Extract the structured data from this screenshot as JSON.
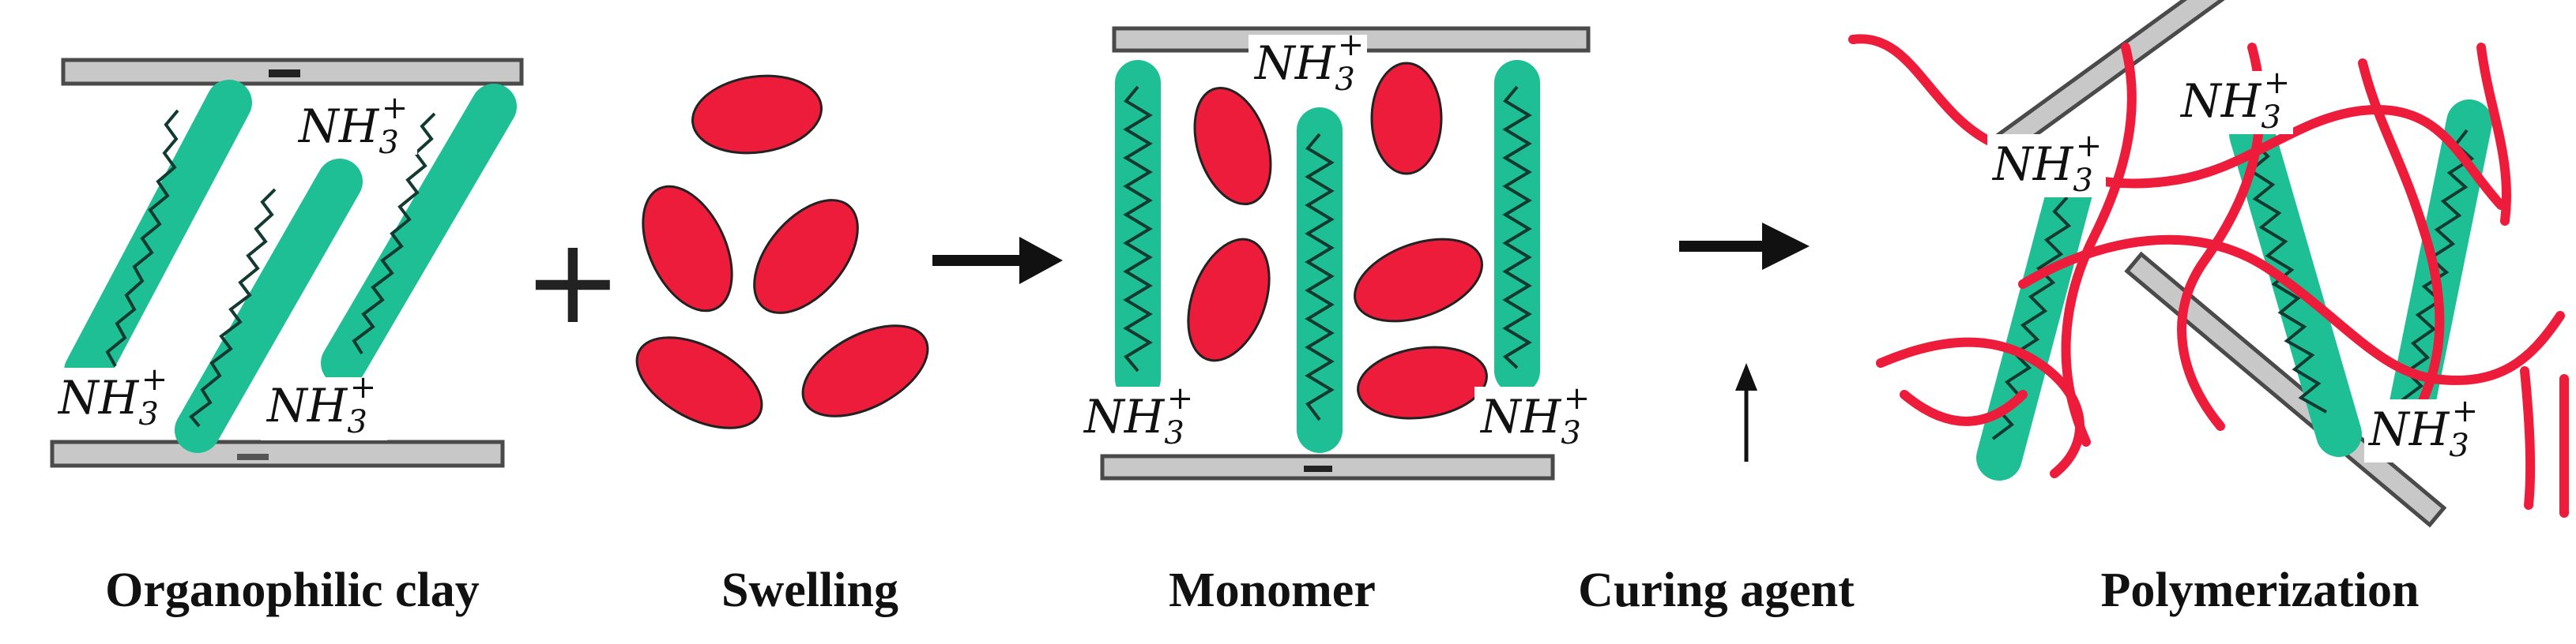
{
  "ammonium_label": {
    "base": "NH",
    "sub": "3",
    "sup": "+"
  },
  "operators": {
    "plus": "+"
  },
  "stages": [
    {
      "id": "organophilic-clay",
      "label": "Organophilic clay"
    },
    {
      "id": "swelling",
      "label": "Swelling"
    },
    {
      "id": "monomer",
      "label": "Monomer"
    },
    {
      "id": "curing-agent",
      "label": "Curing agent"
    },
    {
      "id": "polymerization",
      "label": "Polymerization"
    }
  ],
  "colors": {
    "clay_sheet": "#c8c8c8",
    "clay_sheet_border": "#4a4a4a",
    "surfactant": "#1fbf95",
    "surfactant_chain": "#123a30",
    "monomer": "#ec1c3a",
    "monomer_border": "#222222",
    "polymer": "#ec1c3a",
    "arrow": "#111111"
  }
}
